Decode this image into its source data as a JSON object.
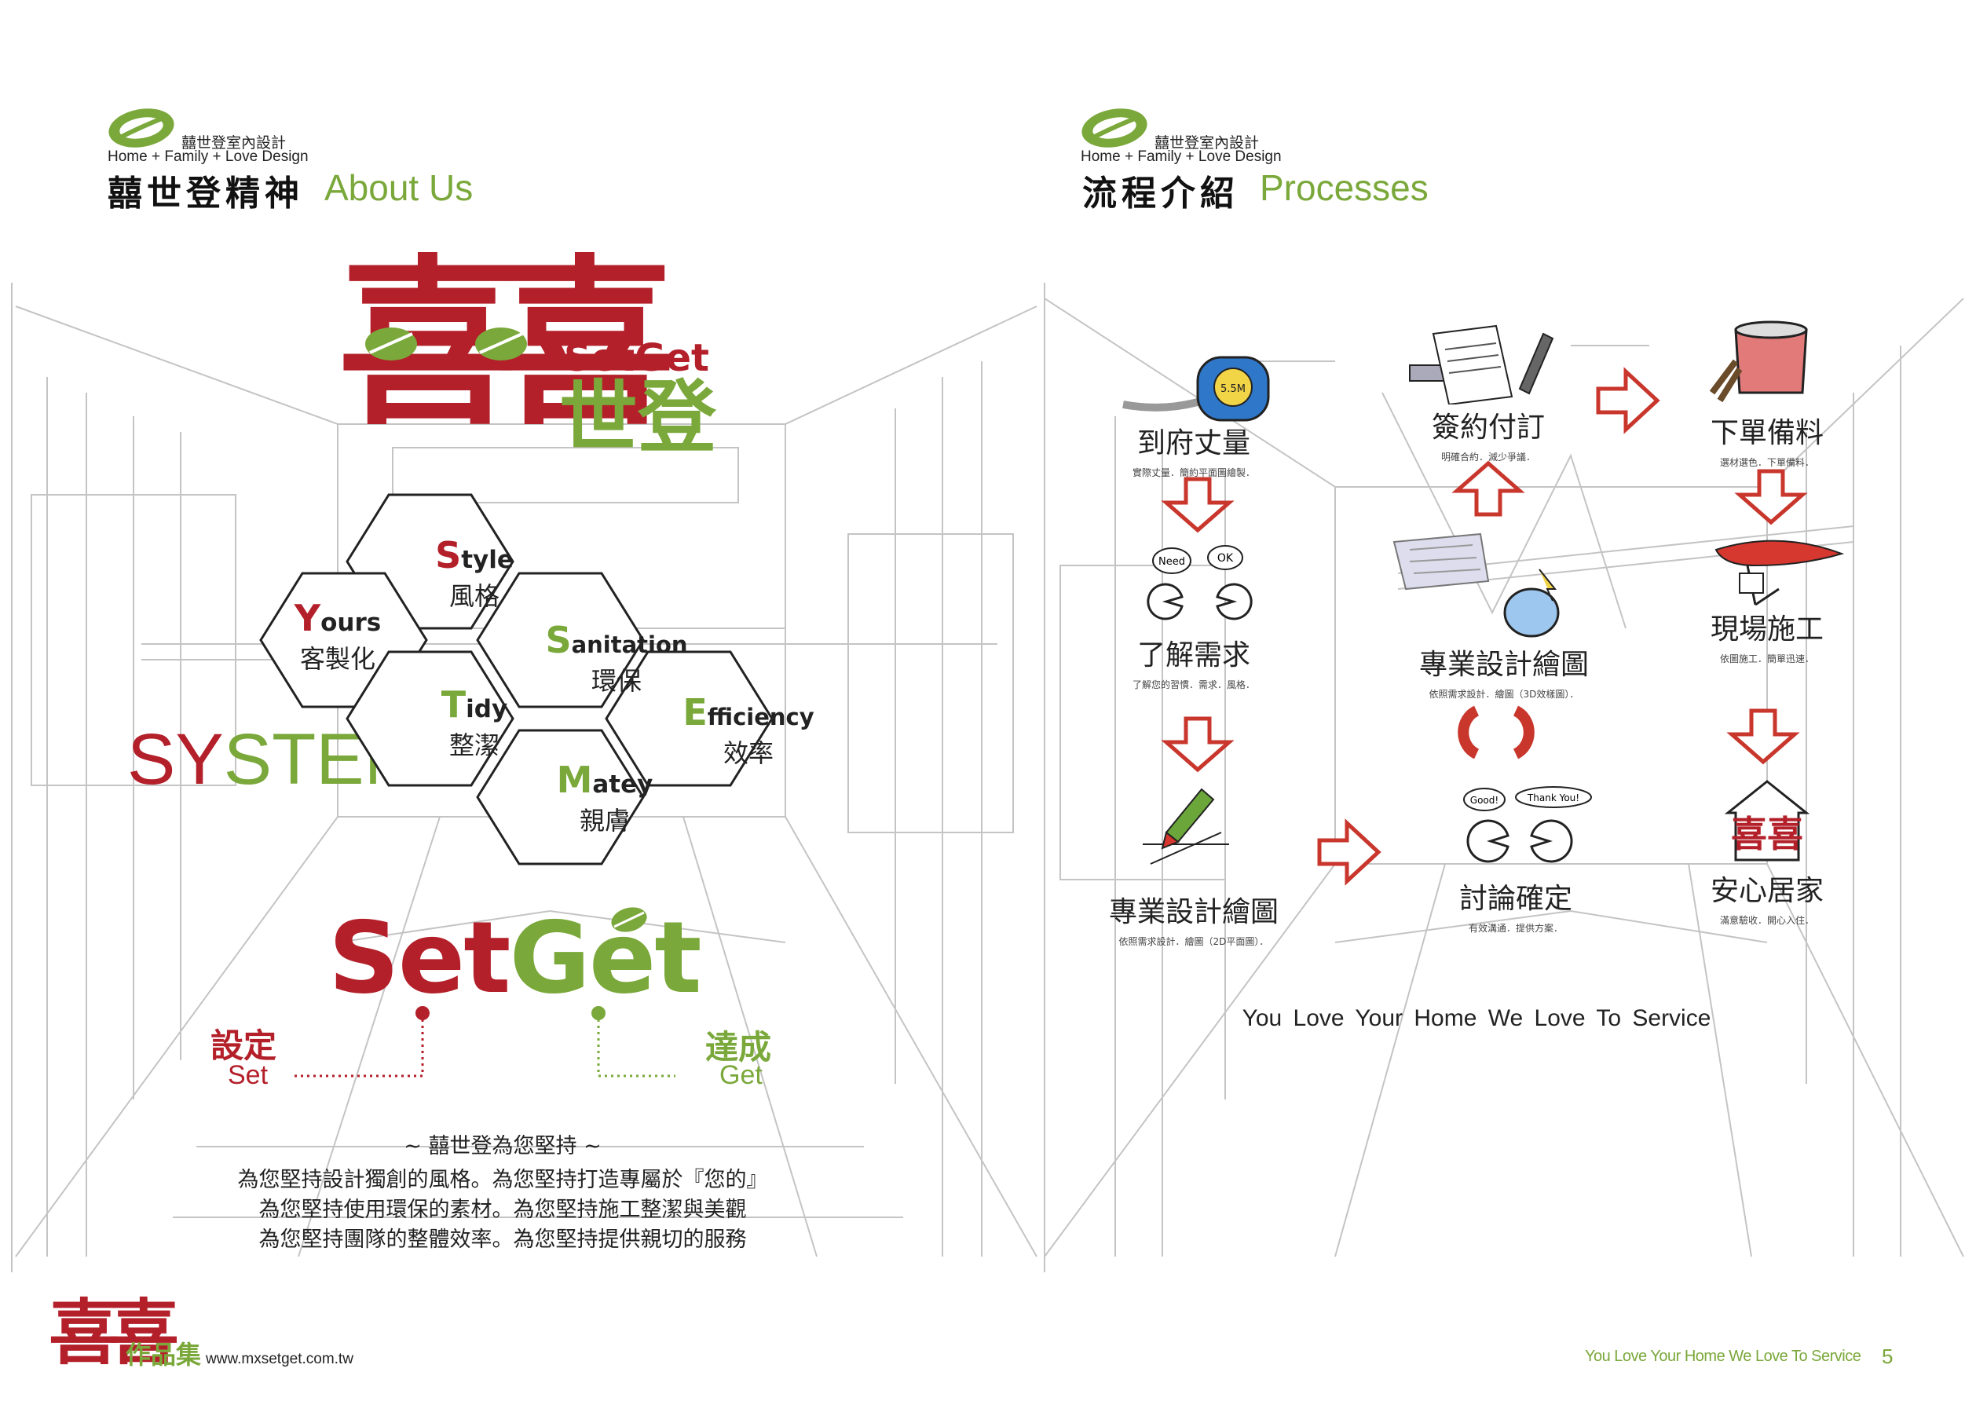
{
  "colors": {
    "red": "#b3202a",
    "green": "#7aa83a",
    "sketch": "#bdbdbd"
  },
  "left_page": {
    "brand_cn": "囍世登室內設計",
    "brand_en": "Home + Family + Love Design",
    "section_cn": "囍世登精神",
    "section_en": "About Us",
    "logo_chars": "喜喜",
    "logo_setget": "SetGet",
    "logo_shideng": "世登",
    "system": {
      "sy": "SY",
      "stem": "STEM"
    },
    "hexagons": [
      {
        "cap": "S",
        "rest": "tyle",
        "cn": "風格",
        "cap_color": "red"
      },
      {
        "cap": "Y",
        "rest": "ours",
        "cn": "客製化",
        "cap_color": "red"
      },
      {
        "cap": "S",
        "rest": "anitation",
        "cn": "環保",
        "cap_color": "green"
      },
      {
        "cap": "T",
        "rest": "idy",
        "cn": "整潔",
        "cap_color": "green"
      },
      {
        "cap": "E",
        "rest": "fficiency",
        "cn": "效率",
        "cap_color": "green"
      },
      {
        "cap": "M",
        "rest": "atey",
        "cn": "親膚",
        "cap_color": "green"
      }
    ],
    "setget_big": {
      "set": "Set",
      "get": "Get"
    },
    "set_label_cn": "設定",
    "set_label_en": "Set",
    "get_label_cn": "達成",
    "get_label_en": "Get",
    "motto_title": "~ 囍世登為您堅持 ~",
    "motto_lines": [
      "為您堅持設計獨創的風格。為您堅持打造專屬於『您的』",
      "為您堅持使用環保的素材。為您堅持施工整潔與美觀",
      "為您堅持團隊的整體效率。為您堅持提供親切的服務"
    ],
    "footer_logo": "喜喜",
    "footer_label": "作品集",
    "footer_url": "www.mxsetget.com.tw"
  },
  "right_page": {
    "brand_cn": "囍世登室內設計",
    "brand_en": "Home + Family + Love Design",
    "section_cn": "流程介紹",
    "section_en": "Processes",
    "steps": [
      {
        "title": "到府丈量",
        "note": "實際丈量．簡約平面圖繪製．",
        "icon": "tape-measure-icon"
      },
      {
        "title": "了解需求",
        "note": "了解您的習慣．需求．風格．",
        "icon": "chat-faces-icon"
      },
      {
        "title": "專業設計繪圖",
        "note": "依照需求設計．繪圖（2D平面圖）．",
        "icon": "pencil-drawing-icon"
      },
      {
        "title": "討論確定",
        "note": "有效溝通．提供方案．",
        "icon": "talking-faces-icon"
      },
      {
        "title": "專業設計繪圖",
        "note": "依照需求設計．繪圖（3D效樣圖）．",
        "icon": "computer-mouse-icon"
      },
      {
        "title": "簽約付訂",
        "note": "明確合約．減少爭議．",
        "icon": "contract-pen-icon"
      },
      {
        "title": "下單備料",
        "note": "選材選色．下單備料．",
        "icon": "paint-bucket-icon"
      },
      {
        "title": "現場施工",
        "note": "依圖施工．簡單迅速．",
        "icon": "paint-roller-icon"
      },
      {
        "title": "安心居家",
        "note": "滿意驗收．開心入住．",
        "icon": "home-icon"
      }
    ],
    "bubbles": {
      "need": "Need",
      "ok": "OK",
      "good": "Good!",
      "thanks": "Thank You!",
      "tape": "5.5M"
    },
    "tagline": "You Love Your Home We Love To Service",
    "footer_tagline": "You Love Your Home We Love To Service",
    "page_number": "5"
  }
}
